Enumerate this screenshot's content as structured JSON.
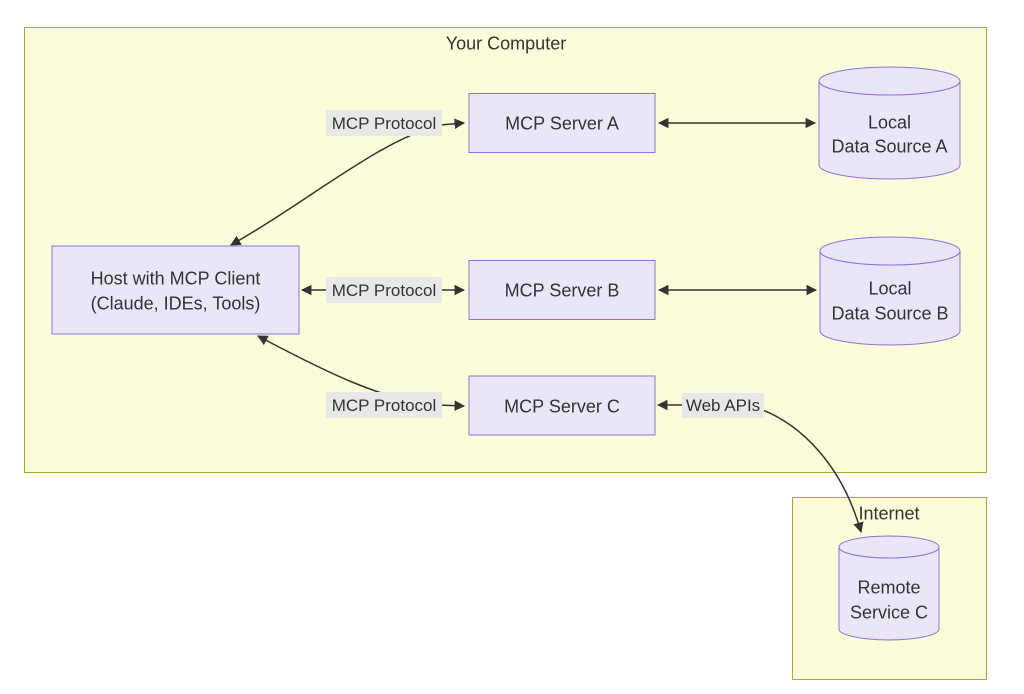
{
  "diagram": {
    "clusters": {
      "your_computer": {
        "label": "Your Computer"
      },
      "internet": {
        "label": "Internet"
      }
    },
    "nodes": {
      "host": {
        "line1": "Host with MCP Client",
        "line2": "(Claude, IDEs, Tools)"
      },
      "server_a": {
        "label": "MCP Server A"
      },
      "server_b": {
        "label": "MCP Server B"
      },
      "server_c": {
        "label": "MCP Server C"
      },
      "data_a": {
        "line1": "Local",
        "line2": "Data Source A"
      },
      "data_b": {
        "line1": "Local",
        "line2": "Data Source B"
      },
      "remote_c": {
        "line1": "Remote",
        "line2": "Service C"
      }
    },
    "edge_labels": {
      "mcp_a": "MCP Protocol",
      "mcp_b": "MCP Protocol",
      "mcp_c": "MCP Protocol",
      "web_apis": "Web APIs"
    },
    "colors": {
      "canvas": "#FFFFFF",
      "cluster_fill": "#FCFCDA",
      "cluster_border": "#AAAA33",
      "node_fill": "#EAE6F8",
      "node_border": "#9370DB",
      "edge_label_bg": "#E8E8E8",
      "line": "#333333",
      "text": "#333333"
    }
  }
}
